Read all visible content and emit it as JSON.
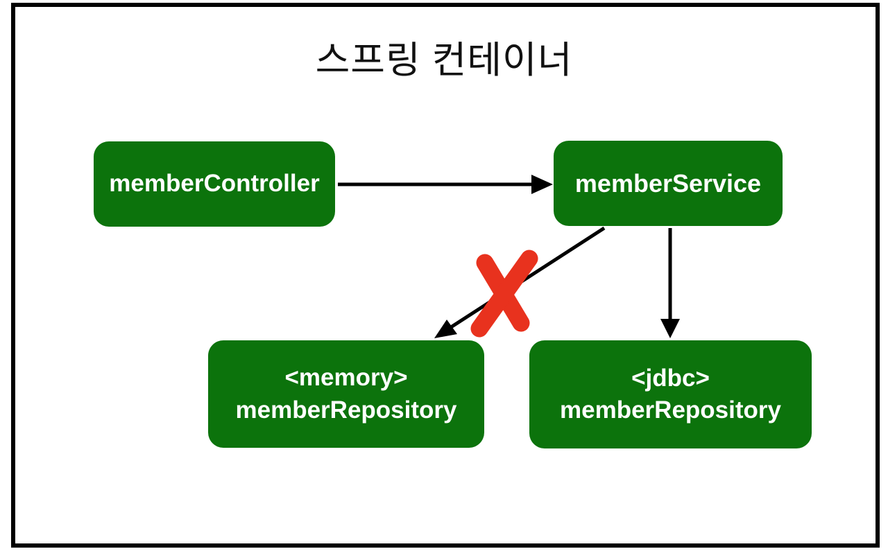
{
  "title": "스프링 컨테이너",
  "nodes": {
    "controller": {
      "label": "memberController"
    },
    "service": {
      "label": "memberService"
    },
    "memory_repository": {
      "line1": "<memory>",
      "line2": "memberRepository"
    },
    "jdbc_repository": {
      "line1": "<jdbc>",
      "line2": "memberRepository"
    }
  },
  "edges": [
    {
      "from": "memberController",
      "to": "memberService",
      "status": "active"
    },
    {
      "from": "memberService",
      "to": "<memory> memberRepository",
      "status": "crossed-out"
    },
    {
      "from": "memberService",
      "to": "<jdbc> memberRepository",
      "status": "active"
    }
  ],
  "colors": {
    "node_fill": "#0c730c",
    "node_text": "#ffffff",
    "arrow": "#000000",
    "cross": "#e8321e",
    "frame": "#000000",
    "bg": "#ffffff",
    "title": "#111111"
  }
}
